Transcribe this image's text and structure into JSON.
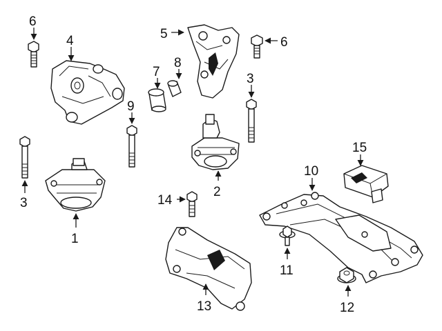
{
  "callouts": {
    "c1": "1",
    "c2": "2",
    "c3a": "3",
    "c3b": "3",
    "c4": "4",
    "c5": "5",
    "c6a": "6",
    "c6b": "6",
    "c7": "7",
    "c8": "8",
    "c9": "9",
    "c10": "10",
    "c11": "11",
    "c12": "12",
    "c13": "13",
    "c14": "14",
    "c15": "15"
  },
  "colors": {
    "line": "#1a1a1a",
    "background": "#ffffff"
  }
}
